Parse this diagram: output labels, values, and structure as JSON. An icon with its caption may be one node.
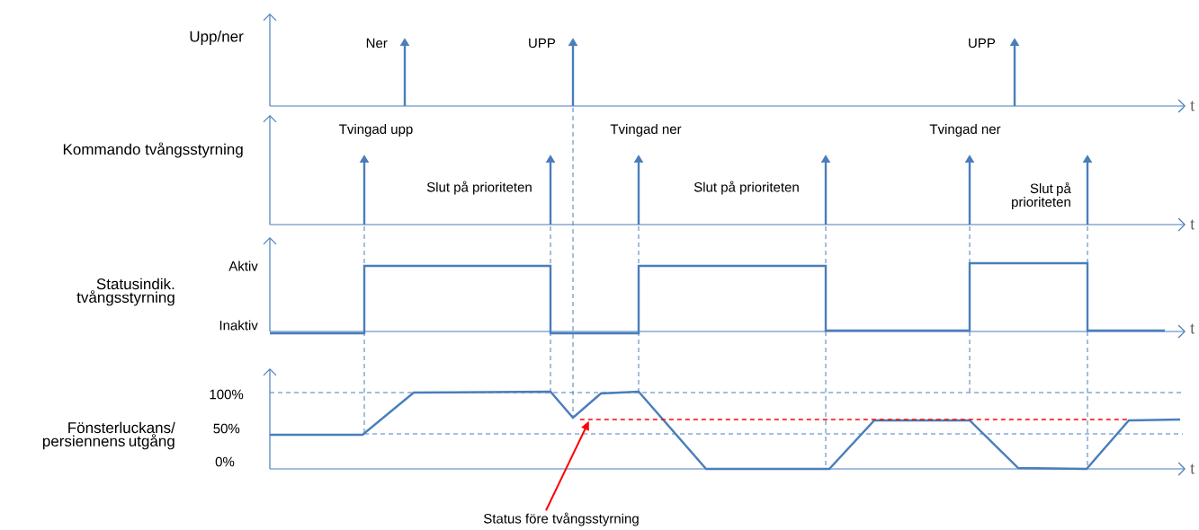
{
  "diagram": {
    "nodes": [
      {
        "text": [
          "Status före tvångsstyrning"
        ]
      },
      {
        "text": [],
        "shape": "line"
      }
    ],
    "edges": [
      {
        "from": 0,
        "to": 1,
        "arrow": "to",
        "color": "#ff0000"
      }
    ],
    "labels": [
      "Upp/ner",
      "Ner",
      "UPP",
      "UPP",
      "t",
      "Kommando tvångsstyrning",
      "Tvingad upp",
      "Tvingad ner",
      "Tvingad ner",
      "Slut på prioriteten",
      "Slut på prioriteten",
      "Slut på prioriteten",
      "t",
      "Aktiv",
      "Statusindik. tvångsstyrning",
      "Inaktiv",
      "t",
      "100%",
      "Fönsterluckans/ persiennens utgång",
      "50%",
      "0%",
      "t"
    ]
  }
}
